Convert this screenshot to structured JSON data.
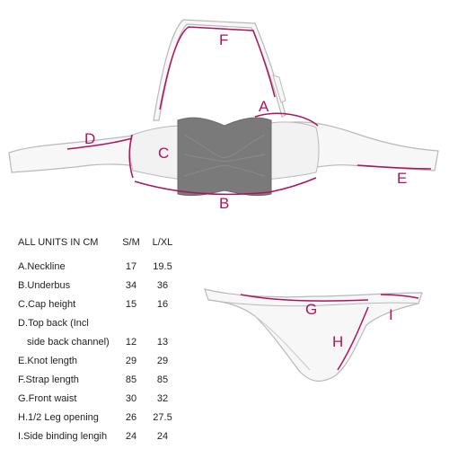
{
  "diagram": {
    "top_labels": {
      "a": "A",
      "b": "B",
      "c": "C",
      "d": "D",
      "e": "E",
      "f": "F"
    },
    "bottom_labels": {
      "g": "G",
      "h": "H",
      "i": "I"
    },
    "colors": {
      "outline": "#b9b9b9",
      "fill": "#f7f7f7",
      "panel": "#7a7a7a",
      "measure": "#b0135e"
    }
  },
  "size_table": {
    "heading": "ALL UNITS IN CM",
    "columns": [
      "S/M",
      "L/XL"
    ],
    "rows": [
      {
        "name": "A.Neckline",
        "sm": "17",
        "lxl": "19.5"
      },
      {
        "name": "B.Underbus",
        "sm": "34",
        "lxl": "36"
      },
      {
        "name": "C.Cap height",
        "sm": "15",
        "lxl": "16"
      },
      {
        "name": "D.Top back  (Incl",
        "sm": "",
        "lxl": ""
      },
      {
        "name": "side back channel)",
        "sm": "12",
        "lxl": "13"
      },
      {
        "name": "E.Knot length",
        "sm": "29",
        "lxl": "29"
      },
      {
        "name": "F.Strap length",
        "sm": "85",
        "lxl": "85"
      },
      {
        "name": "G.Front waist",
        "sm": "30",
        "lxl": "32"
      },
      {
        "name": "H.1/2 Leg opening",
        "sm": "26",
        "lxl": "27.5"
      },
      {
        "name": "I.Side binding lengih",
        "sm": "24",
        "lxl": "24"
      }
    ]
  }
}
